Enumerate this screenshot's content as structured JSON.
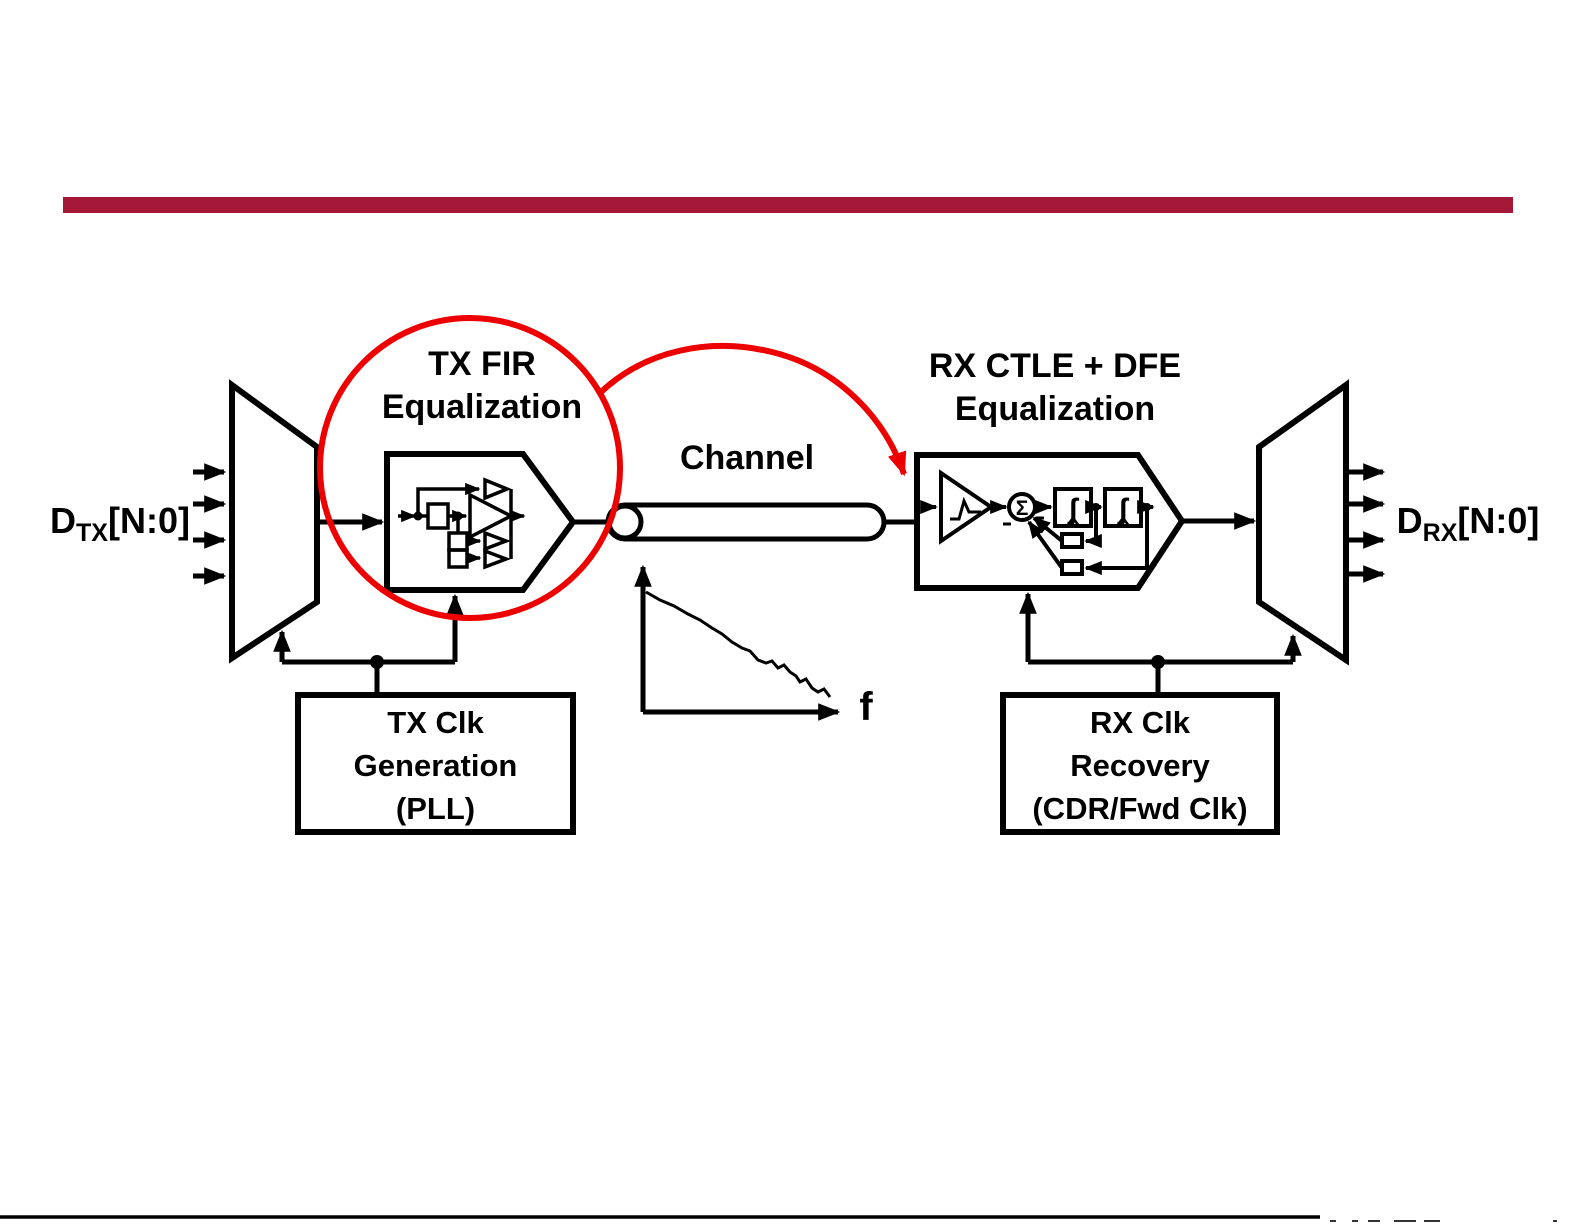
{
  "slide": {
    "background": "#ffffff"
  },
  "colors": {
    "bar_crimson": "#A31837",
    "accent_red": "#ED0000",
    "ink": "#000000"
  },
  "labels": {
    "tx_fir": {
      "line1": "TX FIR",
      "line2": "Equalization"
    },
    "channel": "Channel",
    "rx_eq": {
      "line1": "RX CTLE + DFE",
      "line2": "Equalization"
    },
    "freq_axis": "f",
    "d_tx": {
      "base": "D",
      "sub": "TX",
      "bus": "[N:0]"
    },
    "d_rx": {
      "base": "D",
      "sub": "RX",
      "bus": "[N:0]"
    }
  },
  "boxes": {
    "tx_clk": {
      "line1": "TX Clk",
      "line2": "Generation",
      "line3": "(PLL)"
    },
    "rx_clk": {
      "line1": "RX Clk",
      "line2": "Recovery",
      "line3": "(CDR/Fwd Clk)"
    }
  },
  "glyphs": {
    "summer": "Σ",
    "latch": "ʃ"
  }
}
